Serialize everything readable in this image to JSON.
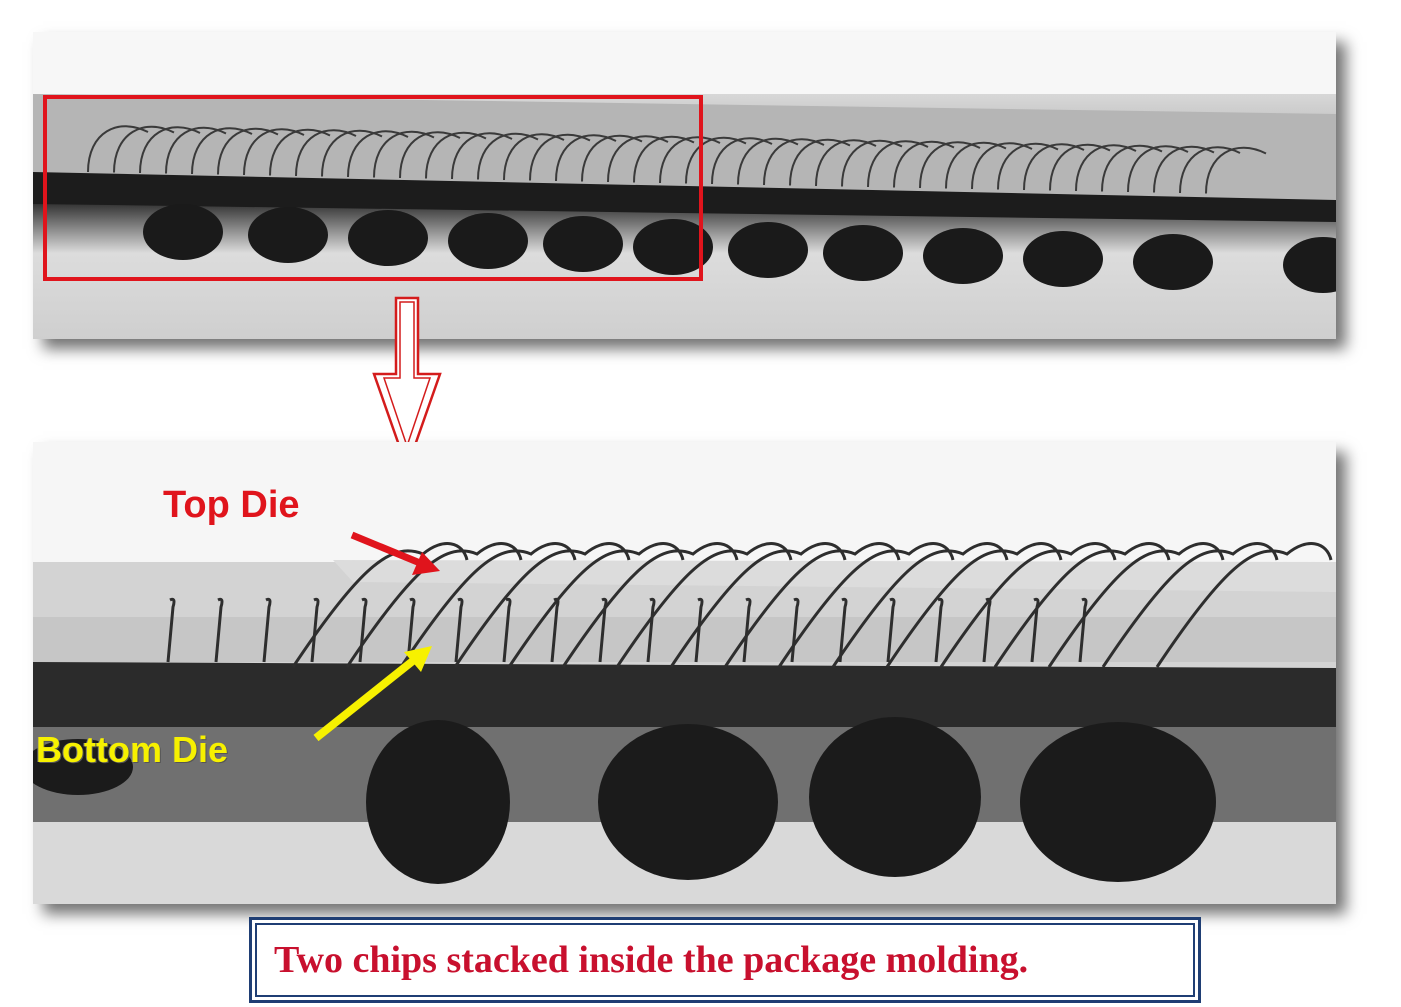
{
  "labels": {
    "top_die": "Top Die",
    "bottom_die": "Bottom Die"
  },
  "caption": "Two chips stacked inside the package molding.",
  "colors": {
    "highlight_box": "#e0141c",
    "top_die_label": "#e0141c",
    "bottom_die_label": "#f7f100",
    "caption_text": "#c8102e",
    "caption_border": "#1f3e74"
  }
}
